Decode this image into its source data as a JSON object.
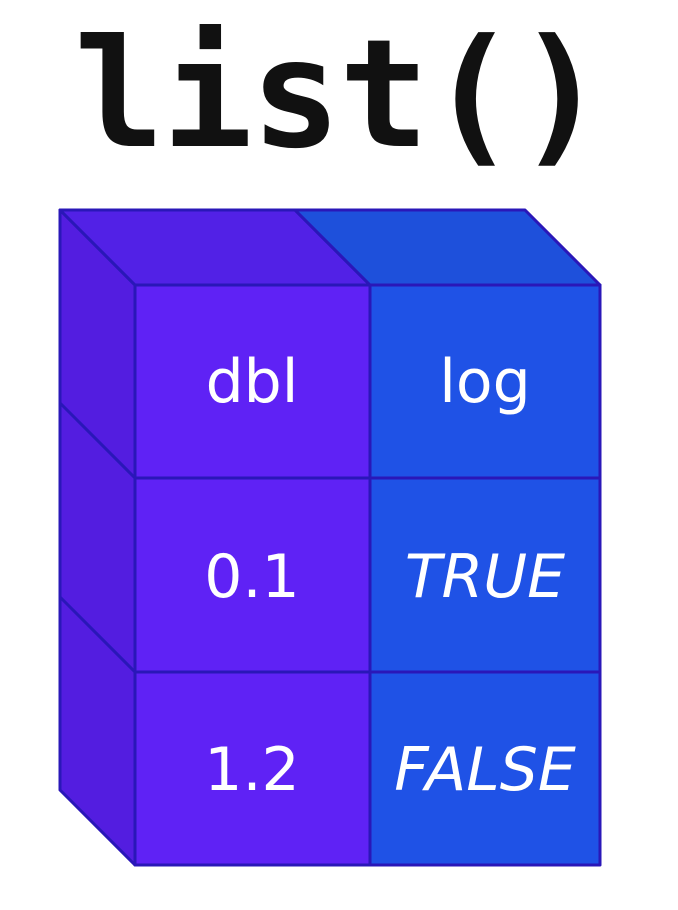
{
  "title": "list()",
  "columns": [
    {
      "header": "dbl",
      "values": [
        "0.1",
        "1.2"
      ],
      "italic": false,
      "color_front": "#5f22f5",
      "color_top": "#5221e6",
      "color_side": "#531de0"
    },
    {
      "header": "log",
      "values": [
        "TRUE",
        "FALSE"
      ],
      "italic": true,
      "color_front": "#1f52e6",
      "color_top": "#1e50db",
      "color_side": "#1b4ad1"
    }
  ],
  "stroke_color": "#2a17b8"
}
